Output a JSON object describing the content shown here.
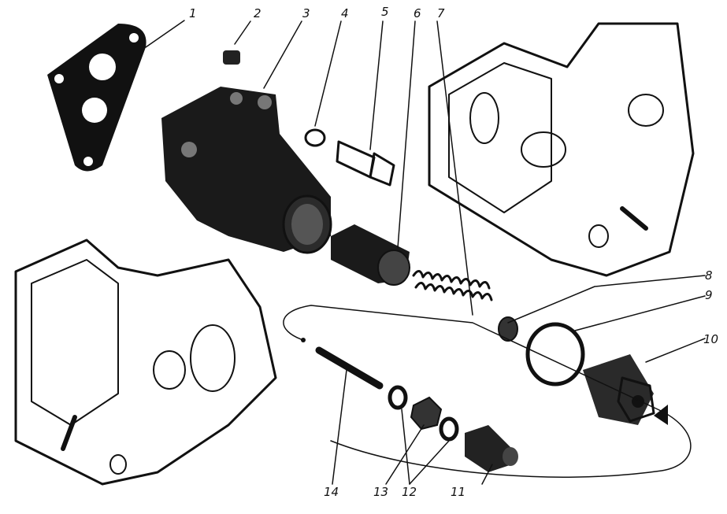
{
  "diagram": {
    "type": "exploded-view-assembly",
    "background": "#ffffff",
    "ink": "#111111",
    "callouts": [
      {
        "number": "1",
        "part": "gasket"
      },
      {
        "number": "2",
        "part": "plug"
      },
      {
        "number": "3",
        "part": "valve-body"
      },
      {
        "number": "4",
        "part": "lock-washer"
      },
      {
        "number": "5",
        "part": "bolt"
      },
      {
        "number": "6",
        "part": "valve-plunger"
      },
      {
        "number": "7",
        "part": "spring"
      },
      {
        "number": "8",
        "part": "spring-seat"
      },
      {
        "number": "9",
        "part": "o-ring"
      },
      {
        "number": "10",
        "part": "plug-fitting"
      },
      {
        "number": "11",
        "part": "cap-nut"
      },
      {
        "number": "12",
        "part": "washers"
      },
      {
        "number": "13",
        "part": "lock-nut"
      },
      {
        "number": "14",
        "part": "adjusting-screw"
      }
    ]
  }
}
